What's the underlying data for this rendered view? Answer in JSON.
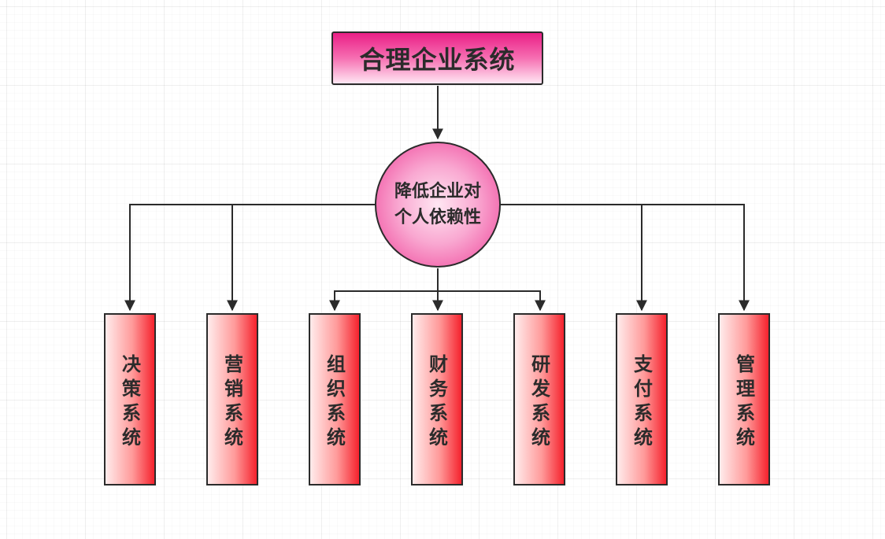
{
  "diagram": {
    "root": {
      "label": "合理企业系统"
    },
    "hub": {
      "label": "降低企业对个人依赖性"
    },
    "subsystems": [
      {
        "label": "决策系统"
      },
      {
        "label": "营销系统"
      },
      {
        "label": "组织系统"
      },
      {
        "label": "财务系统"
      },
      {
        "label": "研发系统"
      },
      {
        "label": "支付系统"
      },
      {
        "label": "管理系统"
      }
    ],
    "colors": {
      "title_gradient": [
        "#ea1f86",
        "#ffe7f3"
      ],
      "hub_gradient": [
        "#ffe6f2",
        "#ee3d95"
      ],
      "box_gradient": [
        "#ffecec",
        "#f5222d"
      ],
      "stroke": "#2b2b2b"
    }
  }
}
